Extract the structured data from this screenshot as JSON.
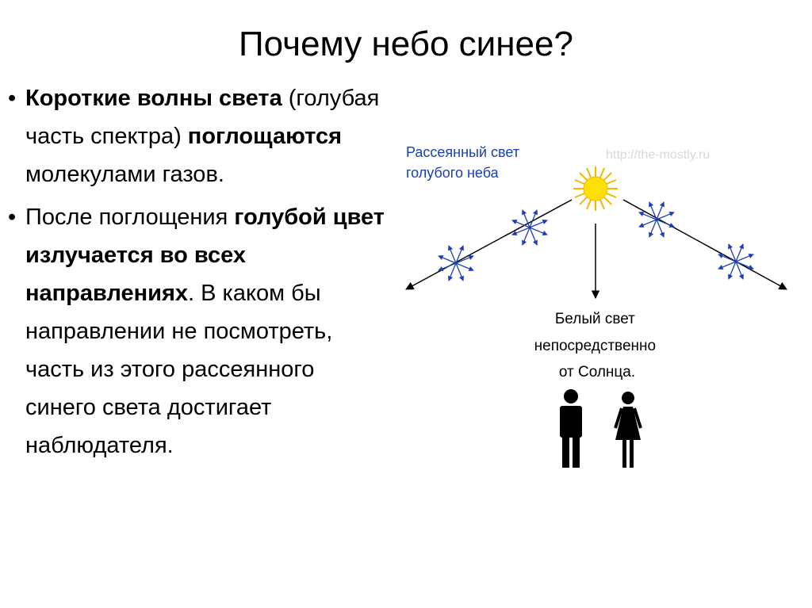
{
  "slide": {
    "title": "Почему небо синее?"
  },
  "bullets": [
    {
      "mark": "•",
      "runs": [
        {
          "text": "Короткие волны света",
          "bold": true
        },
        {
          "text": " (голубая часть спектра) ",
          "bold": false
        },
        {
          "text": "поглощаются",
          "bold": true
        },
        {
          "text": " молекулами газов.",
          "bold": false
        }
      ]
    },
    {
      "mark": "•",
      "runs": [
        {
          "text": "После поглощения ",
          "bold": false
        },
        {
          "text": "голубой цвет излучается во всех направлениях",
          "bold": true
        },
        {
          "text": ". В каком бы направлении не посмотреть, часть из этого рассеянного синего света достигает наблюдателя.",
          "bold": false
        }
      ]
    }
  ],
  "diagram": {
    "scattered_label": [
      "Рассеянный свет",
      "голубого неба"
    ],
    "watermark": "http://the-mostly.ru",
    "direct_label": [
      "Белый свет",
      "непосредственно",
      "от Солнца."
    ],
    "colors": {
      "scattered_text": "#1a3fb4",
      "scatter_arrows": "#1a3fb4",
      "sun": "#ffe000",
      "sun_rays": "#f2b800",
      "watermark": "#d8d8d8",
      "rays": "#000000"
    },
    "icons": [
      "sun-icon",
      "man-icon",
      "woman-icon",
      "scatter-star-icon"
    ]
  }
}
